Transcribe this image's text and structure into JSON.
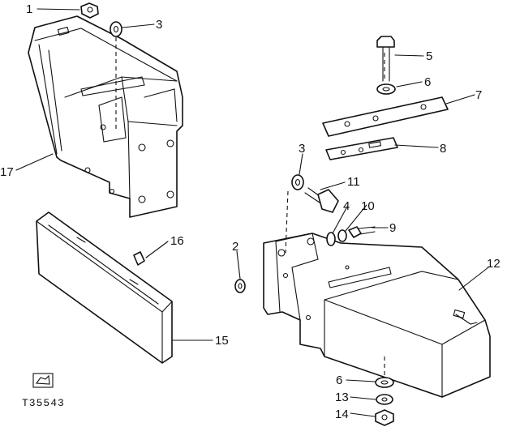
{
  "diagram": {
    "figure_code": "T35543",
    "callouts": {
      "n1": "1",
      "n3a": "3",
      "n17": "17",
      "n5": "5",
      "n6a": "6",
      "n7": "7",
      "n8": "8",
      "n3b": "3",
      "n11": "11",
      "n4": "4",
      "n10": "10",
      "n9": "9",
      "n16": "16",
      "n2": "2",
      "n12": "12",
      "n15": "15",
      "n6b": "6",
      "n13": "13",
      "n14": "14"
    }
  }
}
